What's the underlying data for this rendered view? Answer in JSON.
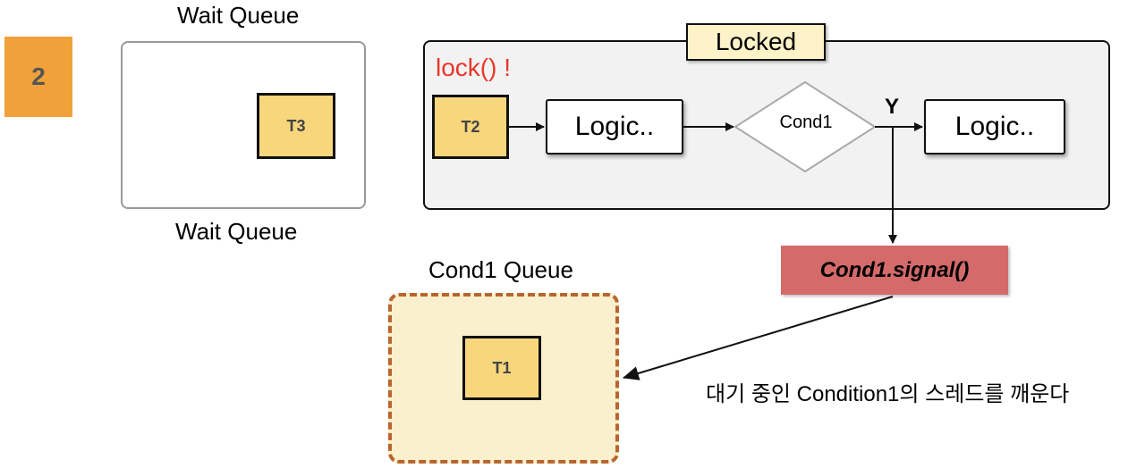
{
  "step": "2",
  "wait_queue": {
    "title_top": "Wait Queue",
    "title_bottom": "Wait Queue",
    "threads": [
      "T3"
    ]
  },
  "locked_region": {
    "tag": "Locked",
    "lock_call": "lock() !",
    "thread": "T2",
    "logic_1": "Logic..",
    "condition": "Cond1",
    "branch_label": "Y",
    "logic_2": "Logic.."
  },
  "signal": {
    "label": "Cond1.signal()"
  },
  "cond_queue": {
    "title": "Cond1 Queue",
    "threads": [
      "T1"
    ]
  },
  "caption": "대기 중인 Condition1의 스레드를 깨운다",
  "colors": {
    "step_badge": "#f0a13a",
    "thread_fill": "#f8d67c",
    "locked_bg": "#f2f2f2",
    "locked_tag_fill": "#fdf2c8",
    "lock_text": "#e8362b",
    "signal_fill": "#d46a6a",
    "cond_queue_fill": "#fbf0cd",
    "cond_queue_border": "#b8652e"
  }
}
